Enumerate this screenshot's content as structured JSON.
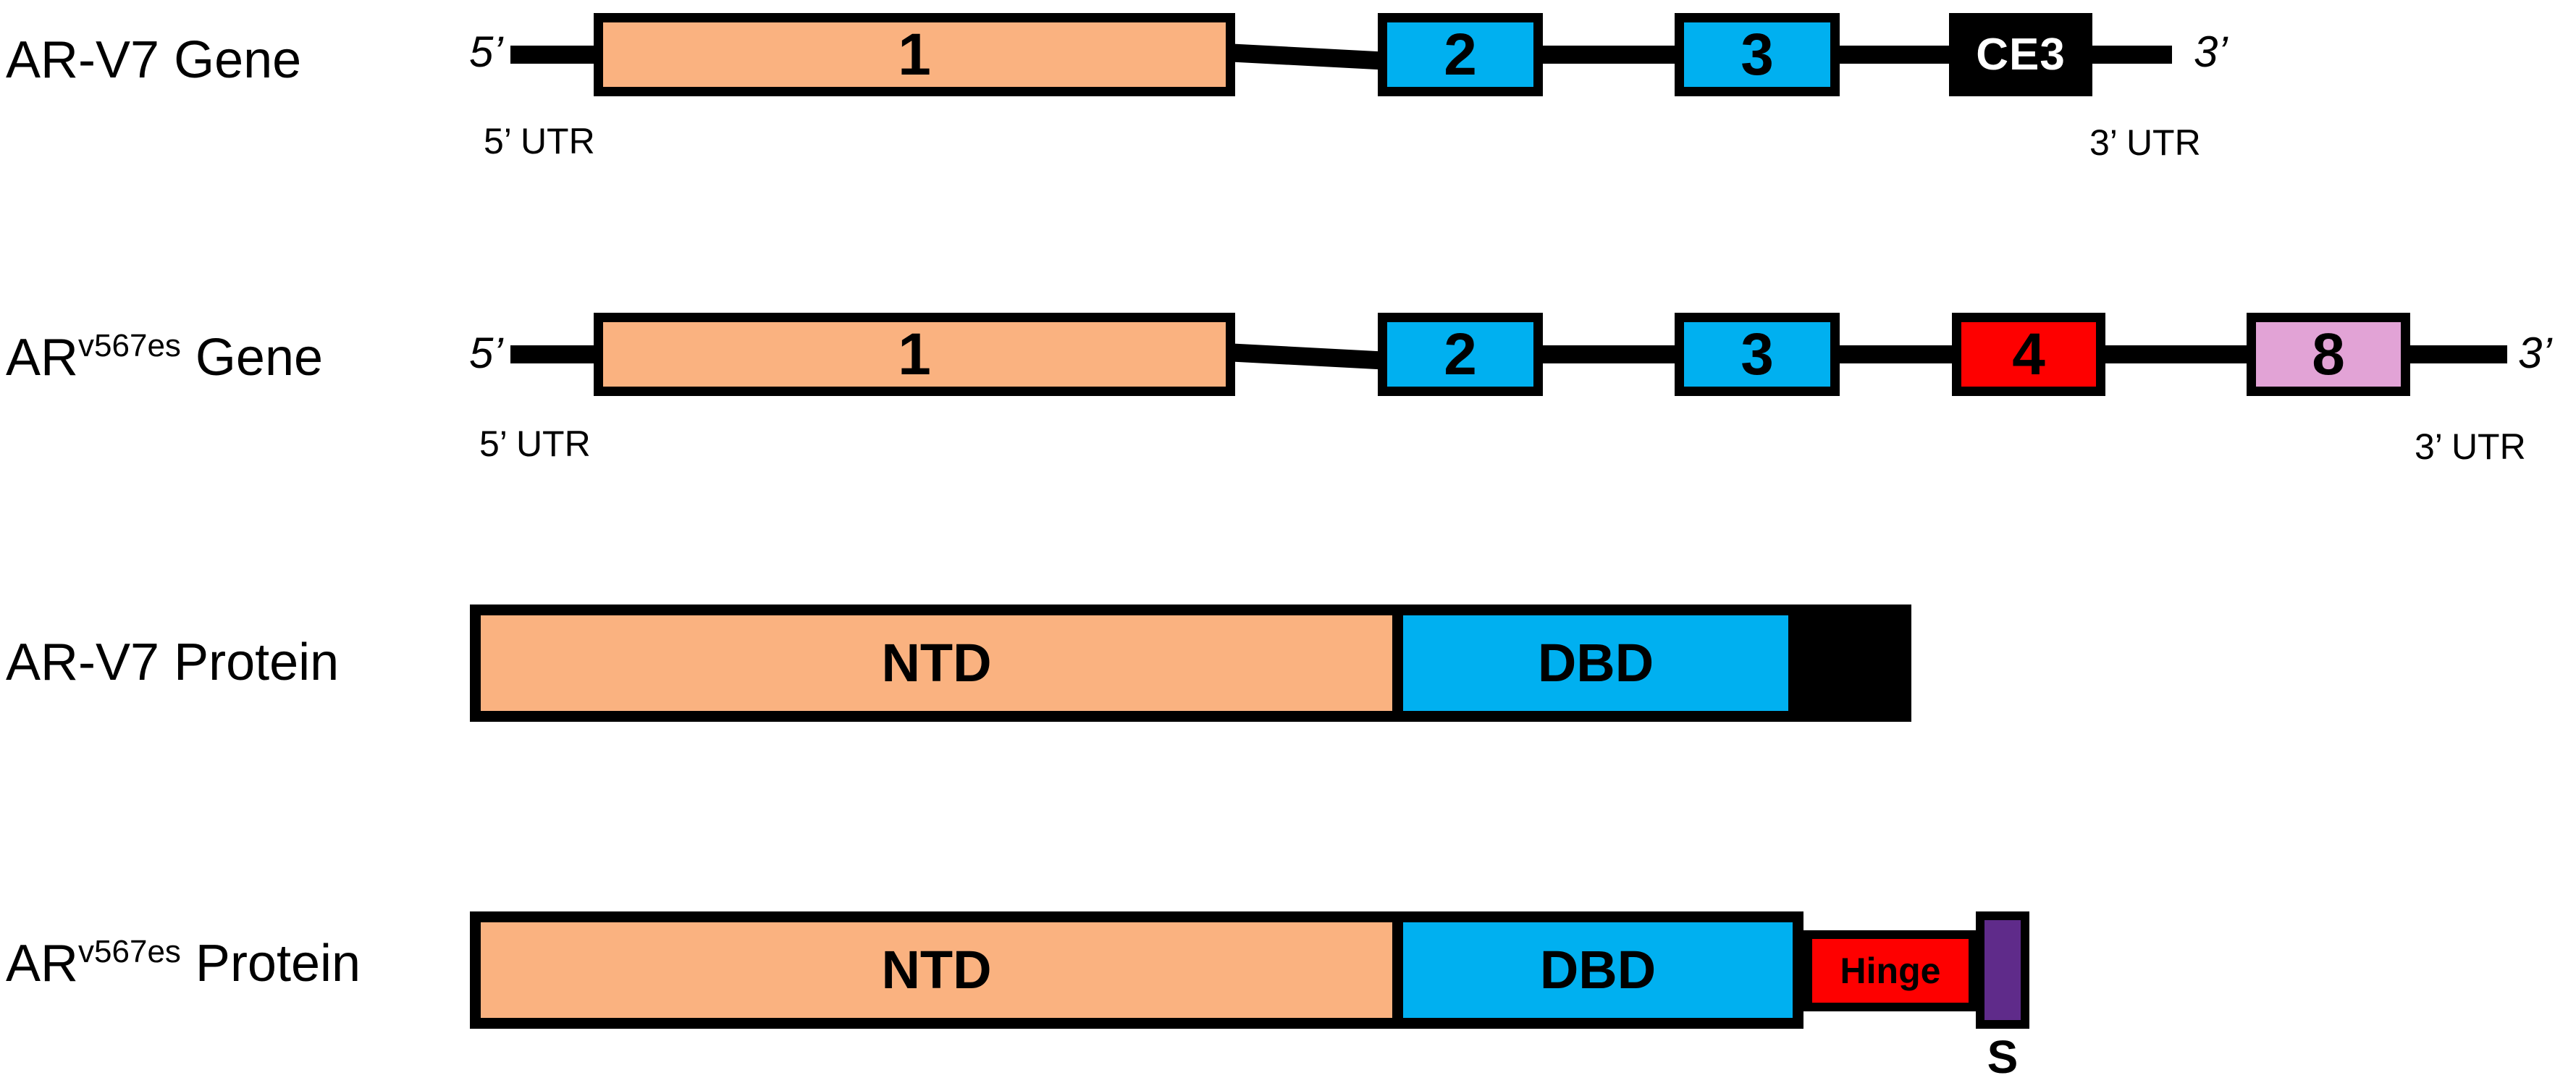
{
  "palette": {
    "orange": "#FAB280",
    "blue": "#00B0F0",
    "red": "#FE0000",
    "pink": "#E2A3D6",
    "purple": "#5F2B8A",
    "black": "#000000",
    "white": "#FFFFFF"
  },
  "gene_arv7": {
    "label": "AR-V7 Gene",
    "five_prime": "5’",
    "three_prime": "3’",
    "five_utr": "5’ UTR",
    "three_utr": "3’ UTR",
    "exons": [
      {
        "label": "1",
        "fill": "#FAB280",
        "text": "#000000"
      },
      {
        "label": "2",
        "fill": "#00B0F0",
        "text": "#000000"
      },
      {
        "label": "3",
        "fill": "#00B0F0",
        "text": "#000000"
      },
      {
        "label": "CE3",
        "fill": "#000000",
        "text": "#FFFFFF"
      }
    ]
  },
  "gene_arv567es": {
    "label_base": "AR",
    "label_sup": "v567es",
    "label_suffix": " Gene",
    "five_prime": "5’",
    "three_prime": "3’",
    "five_utr": "5’ UTR",
    "three_utr": "3’ UTR",
    "exons": [
      {
        "label": "1",
        "fill": "#FAB280",
        "text": "#000000"
      },
      {
        "label": "2",
        "fill": "#00B0F0",
        "text": "#000000"
      },
      {
        "label": "3",
        "fill": "#00B0F0",
        "text": "#000000"
      },
      {
        "label": "4",
        "fill": "#FE0000",
        "text": "#000000"
      },
      {
        "label": "8",
        "fill": "#E2A3D6",
        "text": "#000000"
      }
    ]
  },
  "protein_arv7": {
    "label": "AR-V7 Protein",
    "segments": [
      {
        "label": "NTD",
        "fill": "#FAB280"
      },
      {
        "label": "DBD",
        "fill": "#00B0F0"
      },
      {
        "label": "",
        "fill": "#000000"
      }
    ]
  },
  "protein_arv567es": {
    "label_base": "AR",
    "label_sup": "v567es",
    "label_suffix": " Protein",
    "segments": [
      {
        "label": "NTD",
        "fill": "#FAB280"
      },
      {
        "label": "DBD",
        "fill": "#00B0F0"
      }
    ],
    "hinge": {
      "label": "Hinge",
      "fill": "#FE0000"
    },
    "terminal": {
      "label": "S",
      "fill": "#5F2B8A"
    }
  }
}
